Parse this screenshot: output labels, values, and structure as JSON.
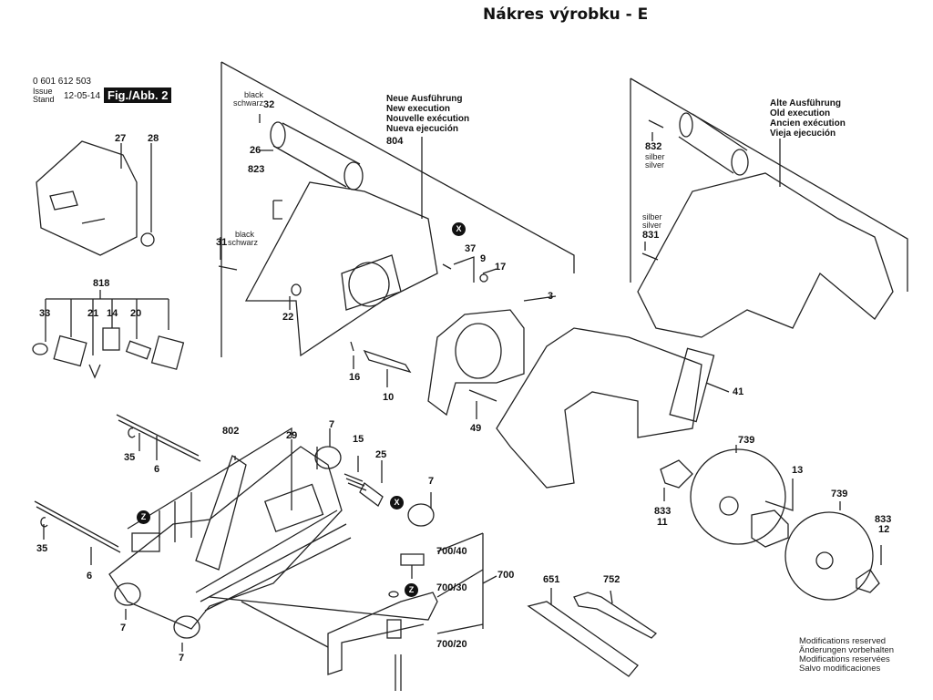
{
  "title": "Nákres výrobku - E",
  "header": {
    "part_number": "0 601 612 503",
    "issue_label": "Issue",
    "stand_label": "Stand",
    "date": "12-05-14",
    "figure": "Fig./Abb. 2"
  },
  "notes": {
    "new_execution": [
      "Neue Ausführung",
      "New execution",
      "Nouvelle exécution",
      "Nueva ejecución"
    ],
    "old_execution": [
      "Alte Ausführung",
      "Old execution",
      "Ancien exécution",
      "Vieja ejecución"
    ],
    "modifications": [
      "Modifications reserved",
      "Änderungen vorbehalten",
      "Modifications reservées",
      "Salvo modificaciones"
    ]
  },
  "color_notes": {
    "black_32": [
      "black",
      "schwarz"
    ],
    "black_31": [
      "black",
      "schwarz"
    ],
    "silver_832": [
      "silber",
      "silver"
    ],
    "silver_831": [
      "silber",
      "silver"
    ]
  },
  "markers": {
    "x": "X",
    "z": "Z"
  },
  "parts": {
    "p27": "27",
    "p28": "28",
    "p818": "818",
    "p33": "33",
    "p21": "21",
    "p14": "14",
    "p20": "20",
    "p32": "32",
    "p26": "26",
    "p823": "823",
    "p31": "31",
    "p22": "22",
    "p804": "804",
    "p37": "37",
    "p9": "9",
    "p17": "17",
    "p3": "3",
    "p16": "16",
    "p10": "10",
    "p49": "49",
    "p41": "41",
    "p832": "832",
    "p831": "831",
    "p802": "802",
    "p29": "29",
    "p35a": "35",
    "p6a": "6",
    "p35b": "35",
    "p6b": "6",
    "p7a": "7",
    "p15": "15",
    "p25": "25",
    "p7b": "7",
    "p7c": "7",
    "p7d": "7",
    "p700_40": "700/40",
    "p700_30": "700/30",
    "p700": "700",
    "p700_20": "700/20",
    "p651": "651",
    "p752": "752",
    "p739a": "739",
    "p13": "13",
    "p739b": "739",
    "p833a": "833",
    "p11": "11",
    "p833b": "833",
    "p12": "12"
  }
}
